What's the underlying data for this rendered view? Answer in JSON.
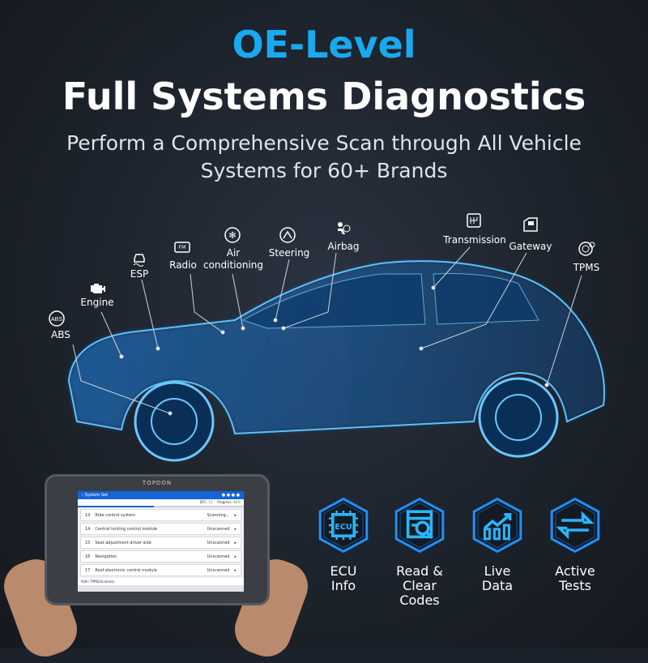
{
  "headline": {
    "accent": "OE-Level",
    "title": "Full Systems Diagnostics",
    "subtitle_line1": "Perform a Comprehensive Scan through All Vehicle",
    "subtitle_line2": "Systems for 60+ Brands"
  },
  "systems": [
    {
      "label": "ABS",
      "icon": "abs-icon"
    },
    {
      "label": "Engine",
      "icon": "engine-icon"
    },
    {
      "label": "ESP",
      "icon": "esp-icon"
    },
    {
      "label": "Radio",
      "icon": "radio-icon"
    },
    {
      "label_line1": "Air",
      "label_line2": "conditioning",
      "icon": "snowflake-icon"
    },
    {
      "label": "Steering",
      "icon": "steering-icon"
    },
    {
      "label": "Airbag",
      "icon": "airbag-icon"
    },
    {
      "label": "Transmission",
      "icon": "transmission-icon"
    },
    {
      "label": "Gateway",
      "icon": "gateway-icon"
    },
    {
      "label": "TPMS",
      "icon": "tire-icon"
    }
  ],
  "tablet": {
    "brand": "TOPDON",
    "title": "System Set",
    "dtc_label": "DTC:",
    "dtc": "13",
    "progress_label": "Progress:",
    "progress": "46%",
    "progress_fraction": 0.46,
    "rows": [
      {
        "num": "13",
        "name": "Ride control system",
        "status": "Scanning..."
      },
      {
        "num": "14",
        "name": "Central locking control module",
        "status": "Unscanned"
      },
      {
        "num": "15",
        "name": "Seat adjustment driver side",
        "status": "Unscanned"
      },
      {
        "num": "16",
        "name": "Navigation",
        "status": "Unscanned"
      },
      {
        "num": "17",
        "name": "Roof electronic control module",
        "status": "Unscanned"
      }
    ],
    "path": "Path: TPMS/Scanario"
  },
  "features": [
    {
      "line1": "ECU",
      "line2": "Info",
      "icon": "ecu-chip-icon",
      "badge": "ECU"
    },
    {
      "line1": "Read &",
      "line2": "Clear Codes",
      "icon": "code-search-icon"
    },
    {
      "line1": "Live",
      "line2": "Data",
      "icon": "live-data-chart-icon"
    },
    {
      "line1": "Active",
      "line2": "Tests",
      "icon": "active-test-arrows-icon"
    }
  ],
  "colors": {
    "accent": "#1aa9f0",
    "background": "#1c222b",
    "car_glow": "#1e90ff"
  }
}
